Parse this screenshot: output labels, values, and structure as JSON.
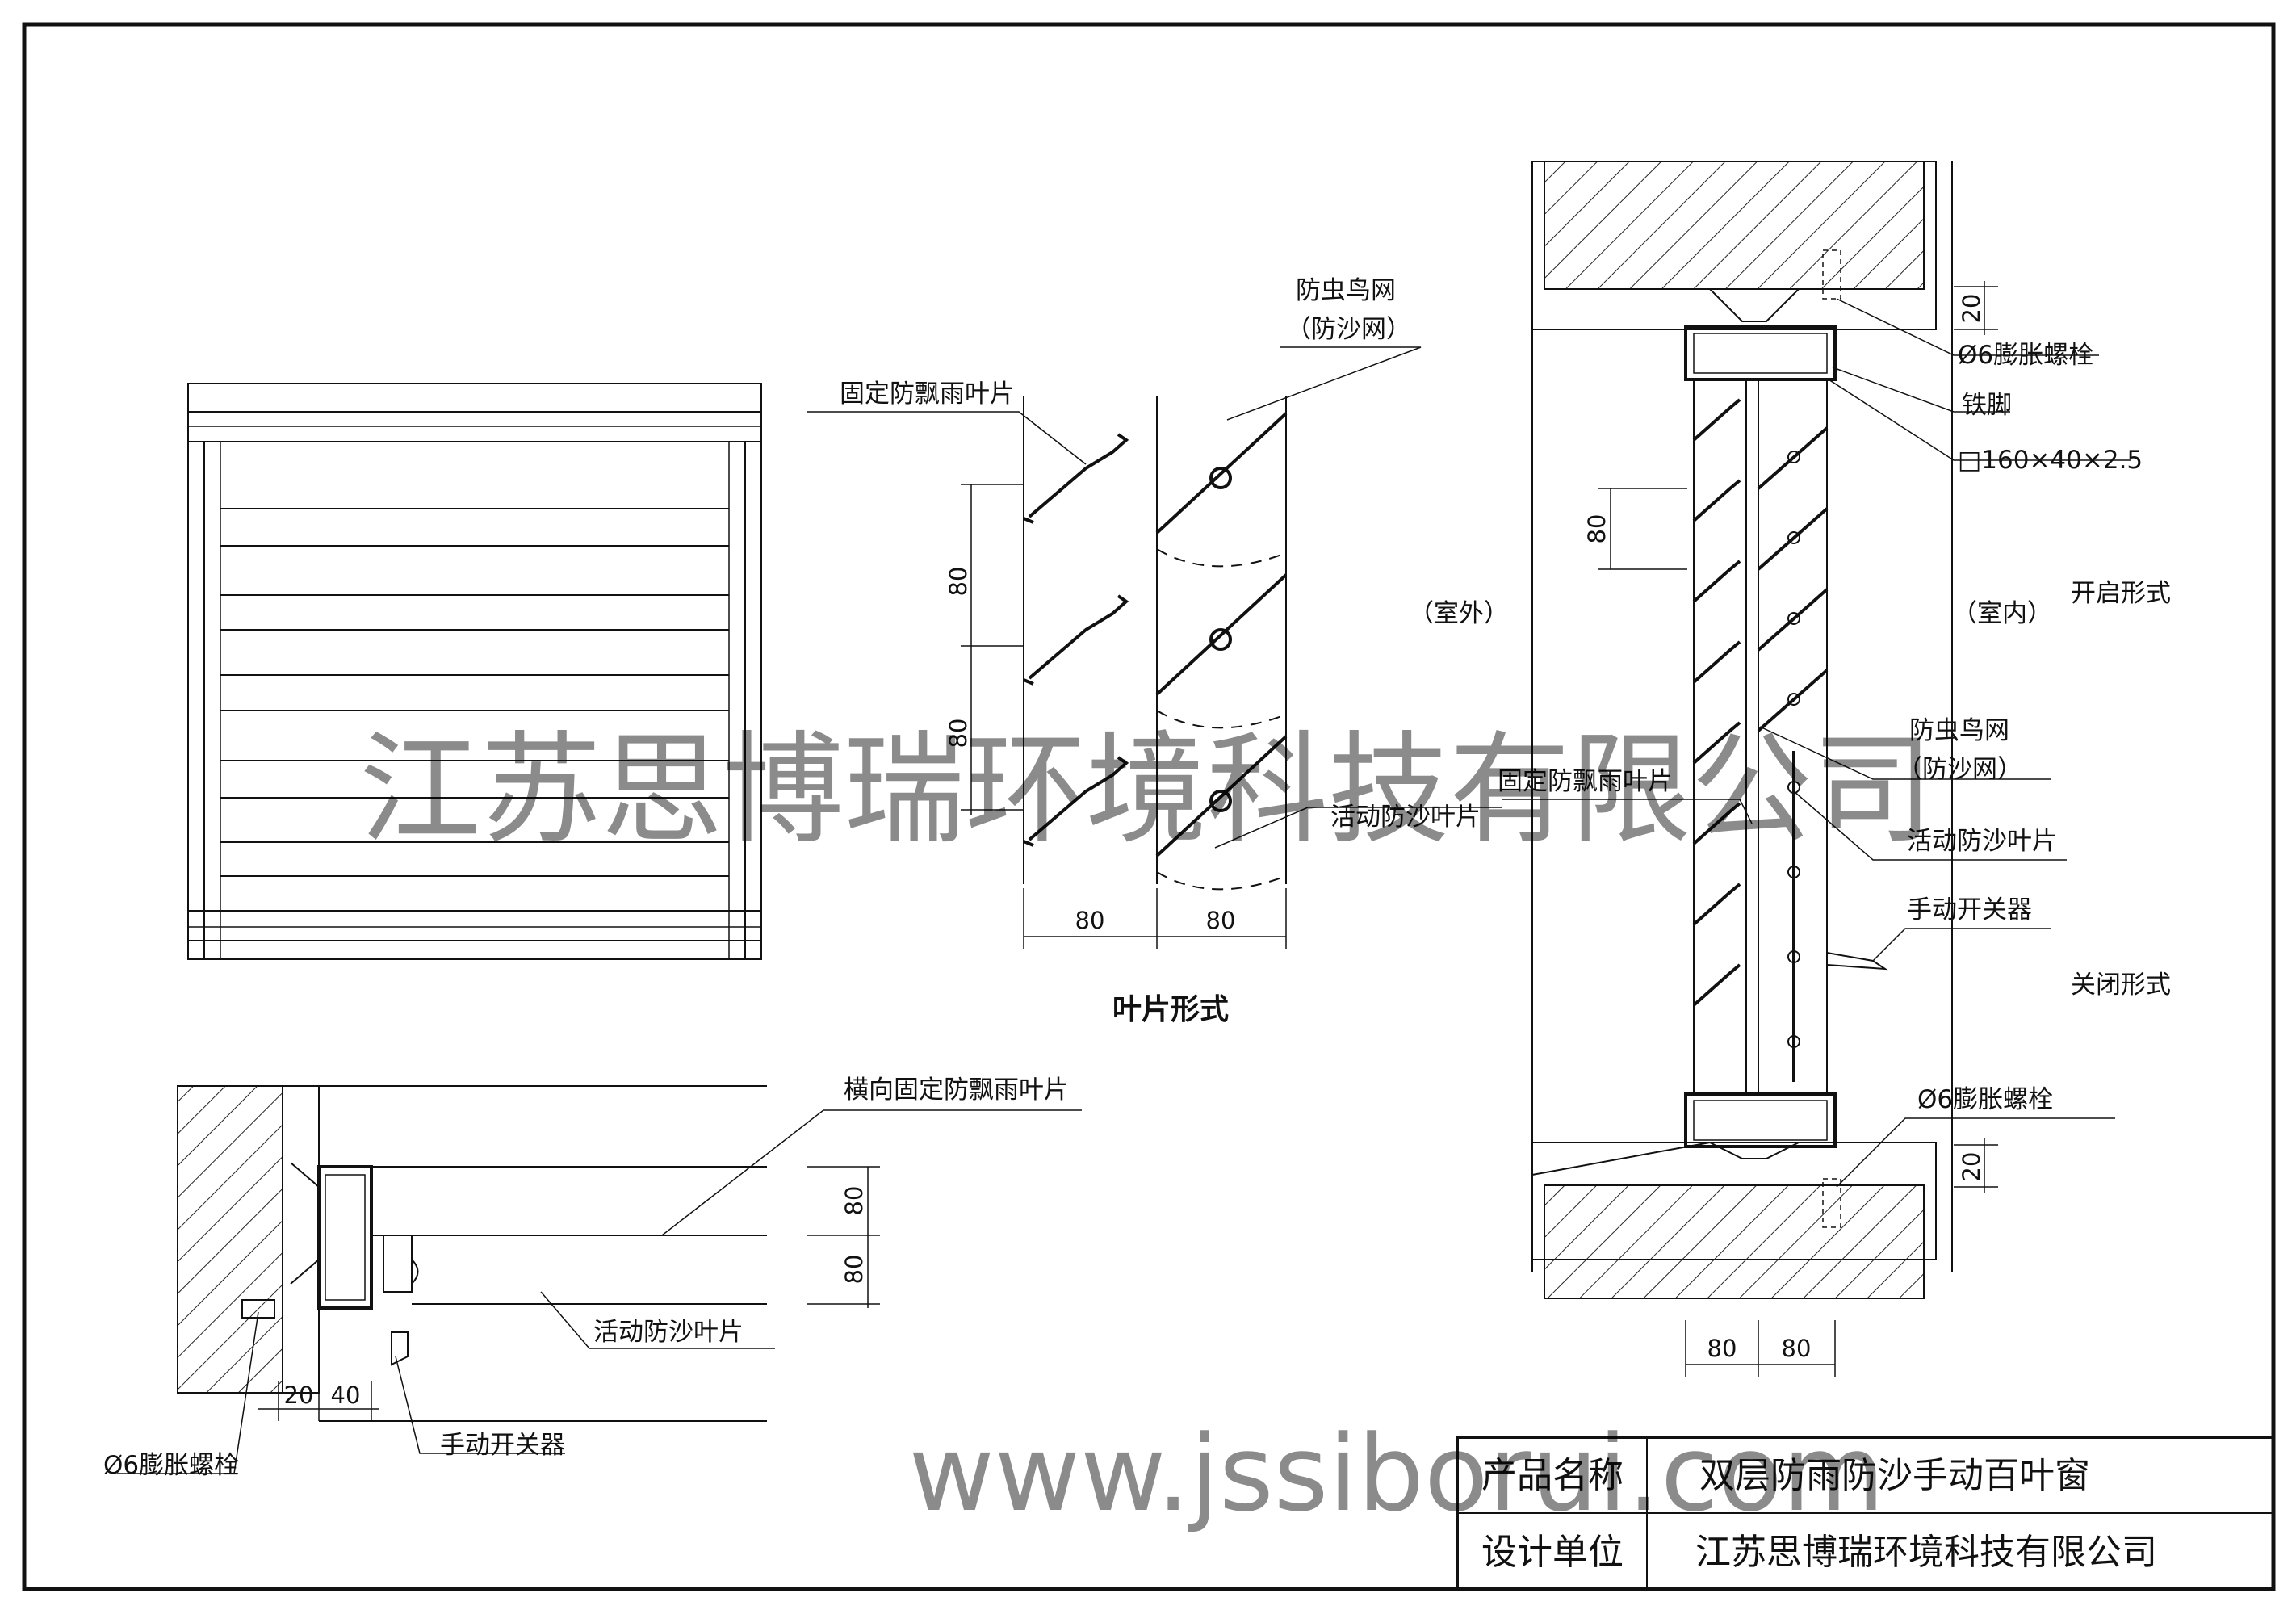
{
  "labels": {
    "fixed_blade": "固定防飘雨叶片",
    "insect_net": "防虫鸟网",
    "sand_net": "（防沙网）",
    "movable_blade": "活动防沙叶片",
    "blade_form": "叶片形式",
    "outdoor": "（室外）",
    "indoor": "（室内）",
    "open_form": "开启形式",
    "close_form": "关闭形式",
    "bolt": "Ø6膨胀螺栓",
    "bolt_bottom": "Ø6膨胀螺栓",
    "bolt_left": "Ø6膨胀螺栓",
    "iron_foot": "铁脚",
    "tube": "□160×40×2.5",
    "insect_net_2": "防虫鸟网",
    "sand_net_2": "（防沙网）",
    "movable_blade_2": "活动防沙叶片",
    "manual_switch": "手动开关器",
    "fixed_blade_2": "固定防飘雨叶片",
    "horizontal_fixed_blade": "横向固定防飘雨叶片",
    "movable_blade_3": "活动防沙叶片",
    "manual_switch_2": "手动开关器"
  },
  "dimensions": {
    "d80": "80",
    "d20": "20",
    "d40": "40"
  },
  "title_block": {
    "product_label": "产品名称",
    "product_value": "双层防雨防沙手动百叶窗",
    "designer_label": "设计单位",
    "designer_value": "江苏思博瑞环境科技有限公司"
  },
  "watermark": {
    "company": "江苏思博瑞环境科技有限公司",
    "url": "www.jssiborui.com"
  }
}
